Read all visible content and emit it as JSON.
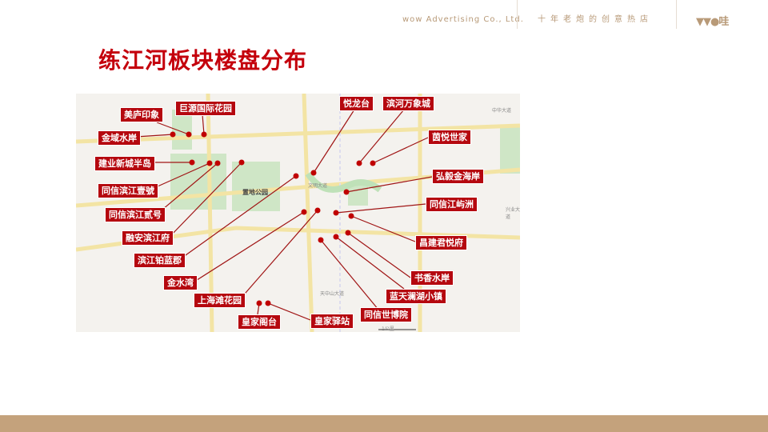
{
  "header": {
    "company": "wow Advertising Co., Ltd.",
    "slogan": "十年老炮的创意热店",
    "logo": "WO哇"
  },
  "title": "练江河板块楼盘分布",
  "map": {
    "park_label": "置地公园",
    "scale_label": "1公里",
    "road_labels": [
      "中华大道",
      "兴业大道",
      "文明大道",
      "天中山大道"
    ],
    "projects": [
      {
        "name": "美庐印象"
      },
      {
        "name": "巨源国际花园"
      },
      {
        "name": "金域水岸"
      },
      {
        "name": "建业新城半岛"
      },
      {
        "name": "同信滨江壹號"
      },
      {
        "name": "同信滨江贰号"
      },
      {
        "name": "融安滨江府"
      },
      {
        "name": "滨江铂蓝郡"
      },
      {
        "name": "金水湾"
      },
      {
        "name": "上海滩花园"
      },
      {
        "name": "皇家阁台"
      },
      {
        "name": "悦龙台"
      },
      {
        "name": "滨河万象城"
      },
      {
        "name": "茵悦世家"
      },
      {
        "name": "弘毅金海岸"
      },
      {
        "name": "同信江屿洲"
      },
      {
        "name": "昌建君悦府"
      },
      {
        "name": "书香水岸"
      },
      {
        "name": "蓝天澜湖小镇"
      },
      {
        "name": "同信世博院"
      },
      {
        "name": "皇家驿站"
      }
    ],
    "marker_color": "#c00000"
  },
  "colors": {
    "title": "#c4000c",
    "accent": "#c4a27c",
    "label_bg": "#b5080f"
  }
}
